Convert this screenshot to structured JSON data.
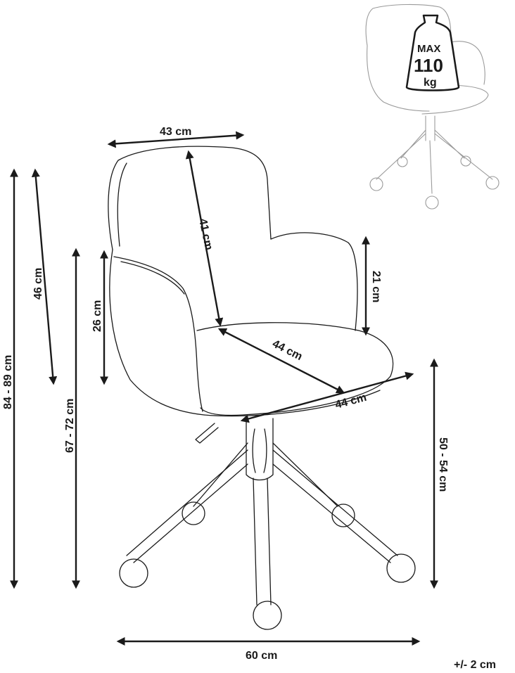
{
  "dimensions": {
    "top_width": "43 cm",
    "backrest_height": "41 cm",
    "arm_height": "21 cm",
    "seat_depth": "44 cm",
    "seat_width": "44 cm",
    "back_above_seat": "26 cm",
    "back_height": "46 cm",
    "total_height": "84 - 89 cm",
    "arm_floor_height": "67 - 72 cm",
    "seat_floor_height": "50 - 54 cm",
    "base_width": "60 cm",
    "tolerance": "+/- 2 cm"
  },
  "max_load": {
    "line1": "MAX",
    "line2": "110",
    "line3": "kg"
  },
  "colors": {
    "ink": "#1a1a1a",
    "faint": "#9a9a9a"
  }
}
